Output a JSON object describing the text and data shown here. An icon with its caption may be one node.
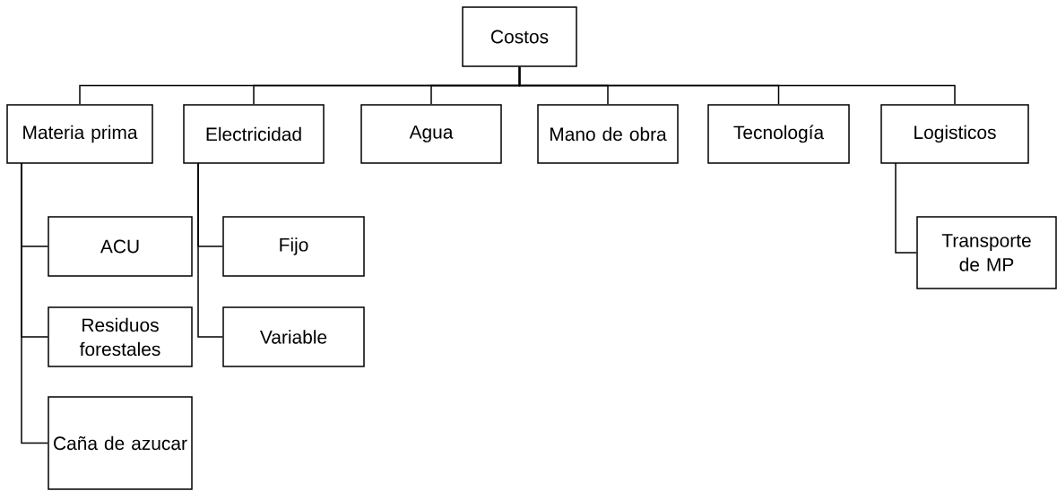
{
  "diagram": {
    "nodes": [
      {
        "text": [
          "Costos"
        ]
      },
      {
        "text": [
          "Materia prima"
        ]
      },
      {
        "text": [
          "Electricidad"
        ]
      },
      {
        "text": [
          "Agua"
        ]
      },
      {
        "text": [
          "Mano de obra"
        ]
      },
      {
        "text": [
          "Tecnología"
        ]
      },
      {
        "text": [
          "Logisticos"
        ]
      },
      {
        "text": [
          "ACU"
        ]
      },
      {
        "text": [
          "Residuos forestales"
        ]
      },
      {
        "text": [
          "Caña de azucar"
        ]
      },
      {
        "text": [
          "Fijo"
        ]
      },
      {
        "text": [
          "Variable"
        ]
      },
      {
        "text": [
          "Transporte de MP"
        ]
      }
    ],
    "edges": [
      {
        "from": 0,
        "to": 1,
        "arrow": "none"
      },
      {
        "from": 0,
        "to": 2,
        "arrow": "none"
      },
      {
        "from": 0,
        "to": 3,
        "arrow": "none"
      },
      {
        "from": 0,
        "to": 4,
        "arrow": "none"
      },
      {
        "from": 0,
        "to": 5,
        "arrow": "none"
      },
      {
        "from": 0,
        "to": 6,
        "arrow": "none"
      },
      {
        "from": 1,
        "to": 7,
        "arrow": "none"
      },
      {
        "from": 1,
        "to": 8,
        "arrow": "none"
      },
      {
        "from": 1,
        "to": 9,
        "arrow": "none"
      },
      {
        "from": 2,
        "to": 10,
        "arrow": "none"
      },
      {
        "from": 2,
        "to": 11,
        "arrow": "none"
      },
      {
        "from": 6,
        "to": 12,
        "arrow": "none"
      }
    ]
  }
}
